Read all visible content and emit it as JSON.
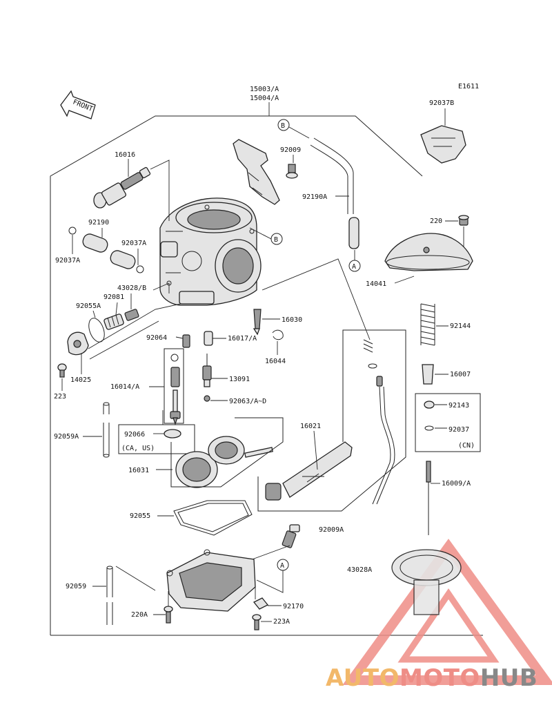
{
  "header": {
    "code": "E1611",
    "assembly_ref": [
      "15003/A",
      "15004/A"
    ],
    "front_label": "FRONT"
  },
  "callouts": {
    "c16016": "16016",
    "c92190": "92190",
    "c92037A_top": "92037A",
    "c92037A_left": "92037A",
    "c43028B": "43028/B",
    "c92081": "92081",
    "c92055A": "92055A",
    "c92064": "92064",
    "c16017A": "16017/A",
    "c16030": "16030",
    "c16044": "16044",
    "c14025": "14025",
    "c223": "223",
    "c16014A": "16014/A",
    "c13091": "13091",
    "c92063": "92063/A~D",
    "c92059A": "92059A",
    "c92066": "92066",
    "c92066_note": "(CA, US)",
    "c16021": "16021",
    "c16031": "16031",
    "c92055": "92055",
    "c92009A": "92009A",
    "c92059": "92059",
    "c220A": "220A",
    "c92170": "92170",
    "c223A": "223A",
    "c92009": "92009",
    "c92190A": "92190A",
    "c92037B": "92037B",
    "c220": "220",
    "c14041": "14041",
    "c92144": "92144",
    "c16007": "16007",
    "c92143": "92143",
    "c92037": "92037",
    "c_cn": "(CN)",
    "c16009A": "16009/A",
    "c43028A": "43028A",
    "ref_b1": "B",
    "ref_b2": "B",
    "ref_a1": "A",
    "ref_a2": "A"
  },
  "watermark": {
    "part1": "AUTO",
    "part2": "MOTO",
    "part3": "HUB",
    "colors": {
      "auto": "#f2b86a",
      "moto": "#ee8d86",
      "hub": "#888888",
      "triangle": "#e8736b"
    }
  }
}
